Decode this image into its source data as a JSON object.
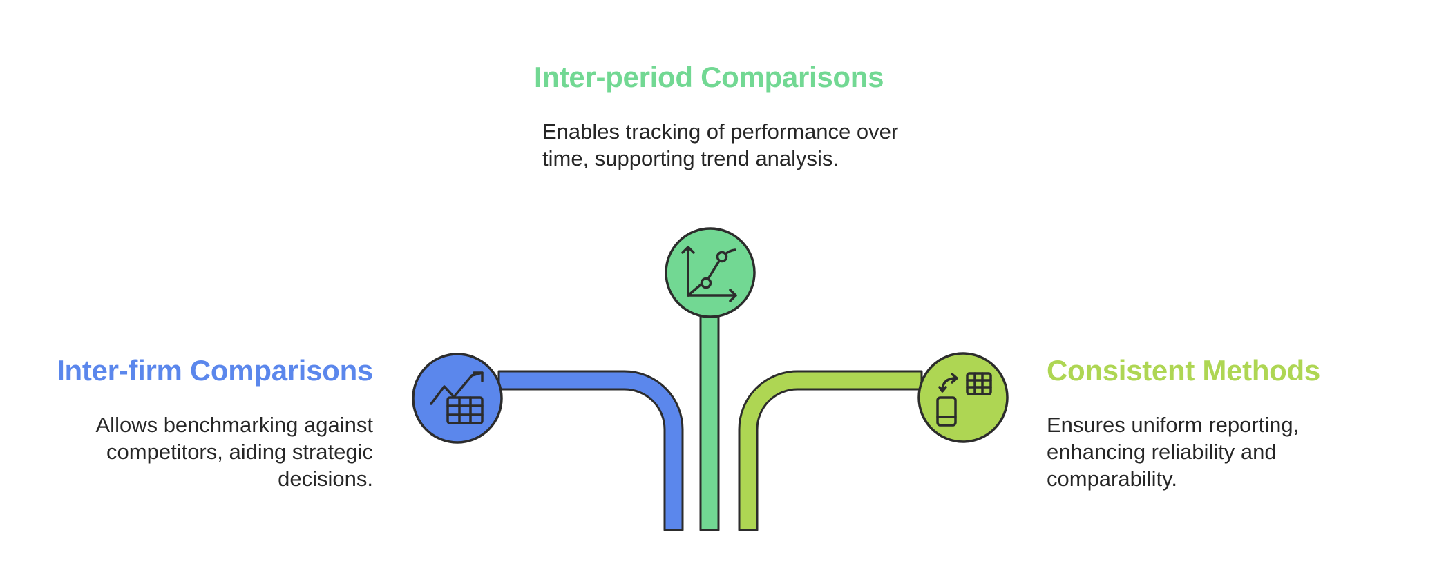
{
  "colors": {
    "blue": "#5b87ec",
    "green": "#72d893",
    "lime": "#aed653",
    "outline": "#2c2c2c",
    "text": "#262626"
  },
  "items": [
    {
      "id": "inter-period",
      "title": "Inter-period Comparisons",
      "description": "Enables tracking of performance over time, supporting trend analysis.",
      "icon": "line-chart-icon",
      "color": "#72d893"
    },
    {
      "id": "inter-firm",
      "title": "Inter-firm Comparisons",
      "description": "Allows benchmarking against competitors, aiding strategic decisions.",
      "icon": "trend-table-icon",
      "color": "#5b87ec"
    },
    {
      "id": "consistent",
      "title": "Consistent Methods",
      "description": "Ensures uniform reporting, enhancing reliability and comparability.",
      "icon": "device-table-sync-icon",
      "color": "#aed653"
    }
  ]
}
